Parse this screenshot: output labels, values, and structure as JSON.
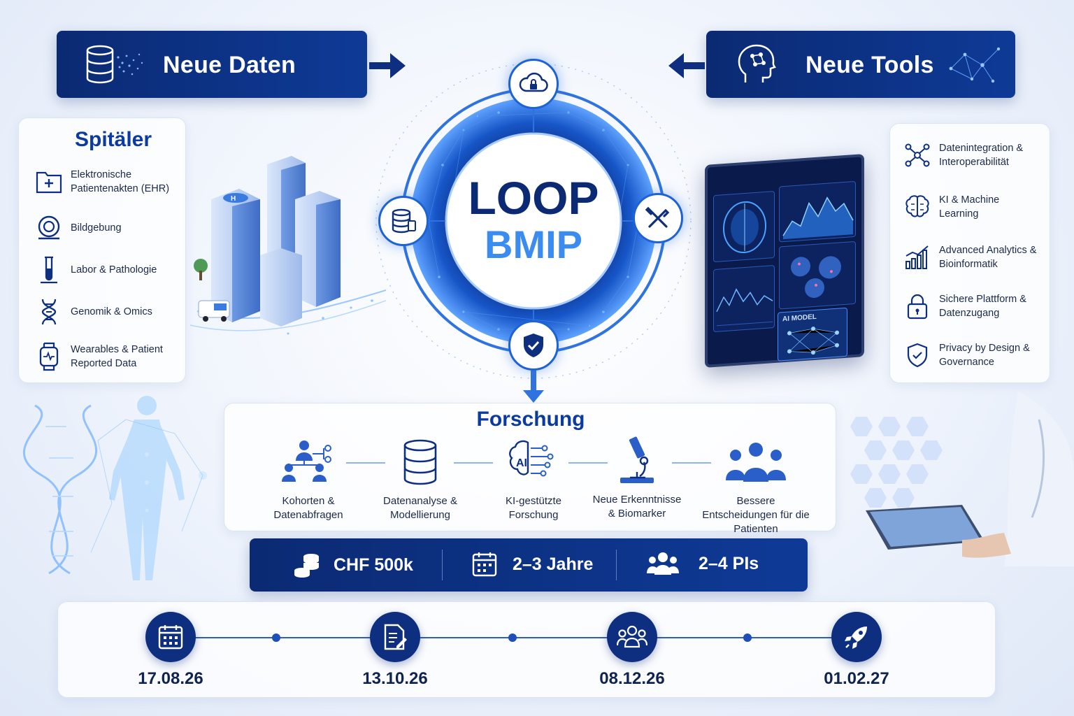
{
  "banners": {
    "left": {
      "title": "Neue Daten"
    },
    "right": {
      "title": "Neue Tools"
    }
  },
  "center": {
    "line1": "LOOP",
    "line2": "BMIP"
  },
  "hospitals": {
    "title": "Spitäler",
    "items": [
      {
        "label": "Elektronische Patientenakten (EHR)",
        "icon": "folder-medical-icon"
      },
      {
        "label": "Bildgebung",
        "icon": "mri-scanner-icon"
      },
      {
        "label": "Labor & Pathologie",
        "icon": "test-tube-icon"
      },
      {
        "label": "Genomik & Omics",
        "icon": "dna-icon"
      },
      {
        "label": "Wearables & Patient Reported Data",
        "icon": "smartwatch-icon"
      }
    ]
  },
  "tools": {
    "items": [
      {
        "label": "Datenintegration & Interoperabilität",
        "icon": "network-icon"
      },
      {
        "label": "KI & Machine Learning",
        "icon": "brain-icon"
      },
      {
        "label": "Advanced Analytics & Bioinformatik",
        "icon": "bar-chart-icon"
      },
      {
        "label": "Sichere Plattform & Datenzugang",
        "icon": "lock-icon"
      },
      {
        "label": "Privacy by Design & Governance",
        "icon": "shield-icon"
      }
    ]
  },
  "dashboard": {
    "ai_label": "AI MODEL"
  },
  "research": {
    "title": "Forschung",
    "steps": [
      {
        "label": "Kohorten & Datenabfragen",
        "icon": "cohort-icon"
      },
      {
        "label": "Datenanalyse & Modellierung",
        "icon": "database-icon"
      },
      {
        "label": "KI-gestützte Forschung",
        "icon": "ai-brain-icon"
      },
      {
        "label": "Neue Erkenntnisse & Biomarker",
        "icon": "microscope-icon"
      },
      {
        "label": "Bessere Entscheidungen für die Patienten",
        "icon": "patients-group-icon"
      }
    ]
  },
  "stats": [
    {
      "value": "CHF 500k",
      "icon": "coins-icon"
    },
    {
      "value": "2–3 Jahre",
      "icon": "calendar-icon"
    },
    {
      "value": "2–4 PIs",
      "icon": "people-icon"
    }
  ],
  "timeline": [
    {
      "date": "17.08.26",
      "icon": "calendar-icon"
    },
    {
      "date": "13.10.26",
      "icon": "document-edit-icon"
    },
    {
      "date": "08.12.26",
      "icon": "team-icon"
    },
    {
      "date": "01.02.27",
      "icon": "rocket-icon"
    }
  ],
  "colors": {
    "navy": "#0b2a73",
    "accent": "#1e63d6",
    "light_blue": "#3b8cf0"
  }
}
